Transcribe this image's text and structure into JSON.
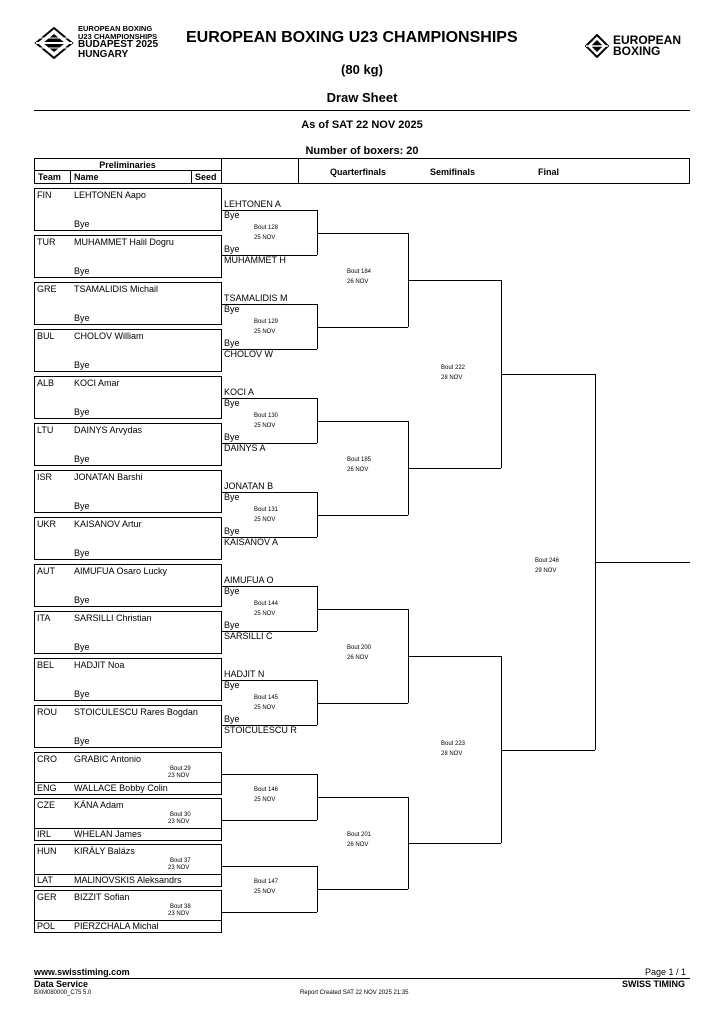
{
  "header": {
    "event_logo_lines": [
      "EUROPEAN BOXING",
      "U23 CHAMPIONSHIPS",
      "BUDAPEST 2025",
      "HUNGARY"
    ],
    "title": "EUROPEAN BOXING U23 CHAMPIONSHIPS",
    "weight": "(80 kg)",
    "sheet": "Draw Sheet",
    "brand_logo_lines": [
      "EUROPEAN",
      "BOXING"
    ],
    "as_of": "As of SAT 22 NOV 2025",
    "num_boxers": "Number of boxers: 20"
  },
  "columns": {
    "preliminaries": "Preliminaries",
    "team": "Team",
    "name": "Name",
    "seed": "Seed",
    "quarterfinals": "Quarterfinals",
    "semifinals": "Semifinals",
    "final": "Final"
  },
  "byes": [
    {
      "team": "FIN",
      "name": "LEHTONEN Aapo",
      "bye": "Bye",
      "adv": "LEHTONEN A"
    },
    {
      "team": "TUR",
      "name": "MUHAMMET Halil Dogru",
      "bye": "Bye",
      "adv": "MUHAMMET H"
    },
    {
      "team": "GRE",
      "name": "TSAMALIDIS Michail",
      "bye": "Bye",
      "adv": "TSAMALIDIS M"
    },
    {
      "team": "BUL",
      "name": "CHOLOV William",
      "bye": "Bye",
      "adv": "CHOLOV W"
    },
    {
      "team": "ALB",
      "name": "KOCI Amar",
      "bye": "Bye",
      "adv": "KOCI A"
    },
    {
      "team": "LTU",
      "name": "DAINYS Arvydas",
      "bye": "Bye",
      "adv": "DAINYS A"
    },
    {
      "team": "ISR",
      "name": "JONATAN Barshi",
      "bye": "Bye",
      "adv": "JONATAN B"
    },
    {
      "team": "UKR",
      "name": "KAISANOV Artur",
      "bye": "Bye",
      "adv": "KAISANOV A"
    },
    {
      "team": "AUT",
      "name": "AIMUFUA Osaro Lucky",
      "bye": "Bye",
      "adv": "AIMUFUA O"
    },
    {
      "team": "ITA",
      "name": "SARSILLI Christian",
      "bye": "Bye",
      "adv": "SARSILLI C"
    },
    {
      "team": "BEL",
      "name": "HADJIT Noa",
      "bye": "Bye",
      "adv": "HADJIT N"
    },
    {
      "team": "ROU",
      "name": "STOICULESCU Rares Bogdan",
      "bye": "Bye",
      "adv": "STOICULESCU R"
    }
  ],
  "prelims": [
    {
      "a": {
        "team": "CRO",
        "name": "GRABIC Antonio"
      },
      "b": {
        "team": "ENG",
        "name": "WALLACE Bobby Colin"
      },
      "bout": "Bout 29",
      "date": "23 NOV"
    },
    {
      "a": {
        "team": "CZE",
        "name": "KÁNA Adam"
      },
      "b": {
        "team": "IRL",
        "name": "WHELAN James"
      },
      "bout": "Bout 30",
      "date": "23 NOV"
    },
    {
      "a": {
        "team": "HUN",
        "name": "KIRÁLY Balázs"
      },
      "b": {
        "team": "LAT",
        "name": "MALINOVSKIS Aleksandrs"
      },
      "bout": "Bout 37",
      "date": "23 NOV"
    },
    {
      "a": {
        "team": "GER",
        "name": "BIZZIT Sofian"
      },
      "b": {
        "team": "POL",
        "name": "PIERZCHALA Michal"
      },
      "bout": "Bout 38",
      "date": "23 NOV"
    }
  ],
  "r16": [
    {
      "bout": "Bout 128",
      "date": "25 NOV"
    },
    {
      "bout": "Bout 129",
      "date": "25 NOV"
    },
    {
      "bout": "Bout 130",
      "date": "25 NOV"
    },
    {
      "bout": "Bout 131",
      "date": "25 NOV"
    },
    {
      "bout": "Bout 144",
      "date": "25 NOV"
    },
    {
      "bout": "Bout 145",
      "date": "25 NOV"
    },
    {
      "bout": "Bout 146",
      "date": "25 NOV"
    },
    {
      "bout": "Bout 147",
      "date": "25 NOV"
    }
  ],
  "qf": [
    {
      "bout": "Bout 184",
      "date": "26 NOV"
    },
    {
      "bout": "Bout 185",
      "date": "26 NOV"
    },
    {
      "bout": "Bout 200",
      "date": "26 NOV"
    },
    {
      "bout": "Bout 201",
      "date": "26 NOV"
    }
  ],
  "sf": [
    {
      "bout": "Bout 222",
      "date": "28 NOV"
    },
    {
      "bout": "Bout 223",
      "date": "28 NOV"
    }
  ],
  "final": {
    "bout": "Bout 246",
    "date": "29 NOV"
  },
  "footer": {
    "website": "www.swisstiming.com",
    "data_service": "Data Service",
    "code": "BXM080000_C75 5.0",
    "report_created": "Report Created  SAT 22 NOV 2025 21:35",
    "page": "Page 1 / 1",
    "brand": "SWISS TIMING"
  }
}
